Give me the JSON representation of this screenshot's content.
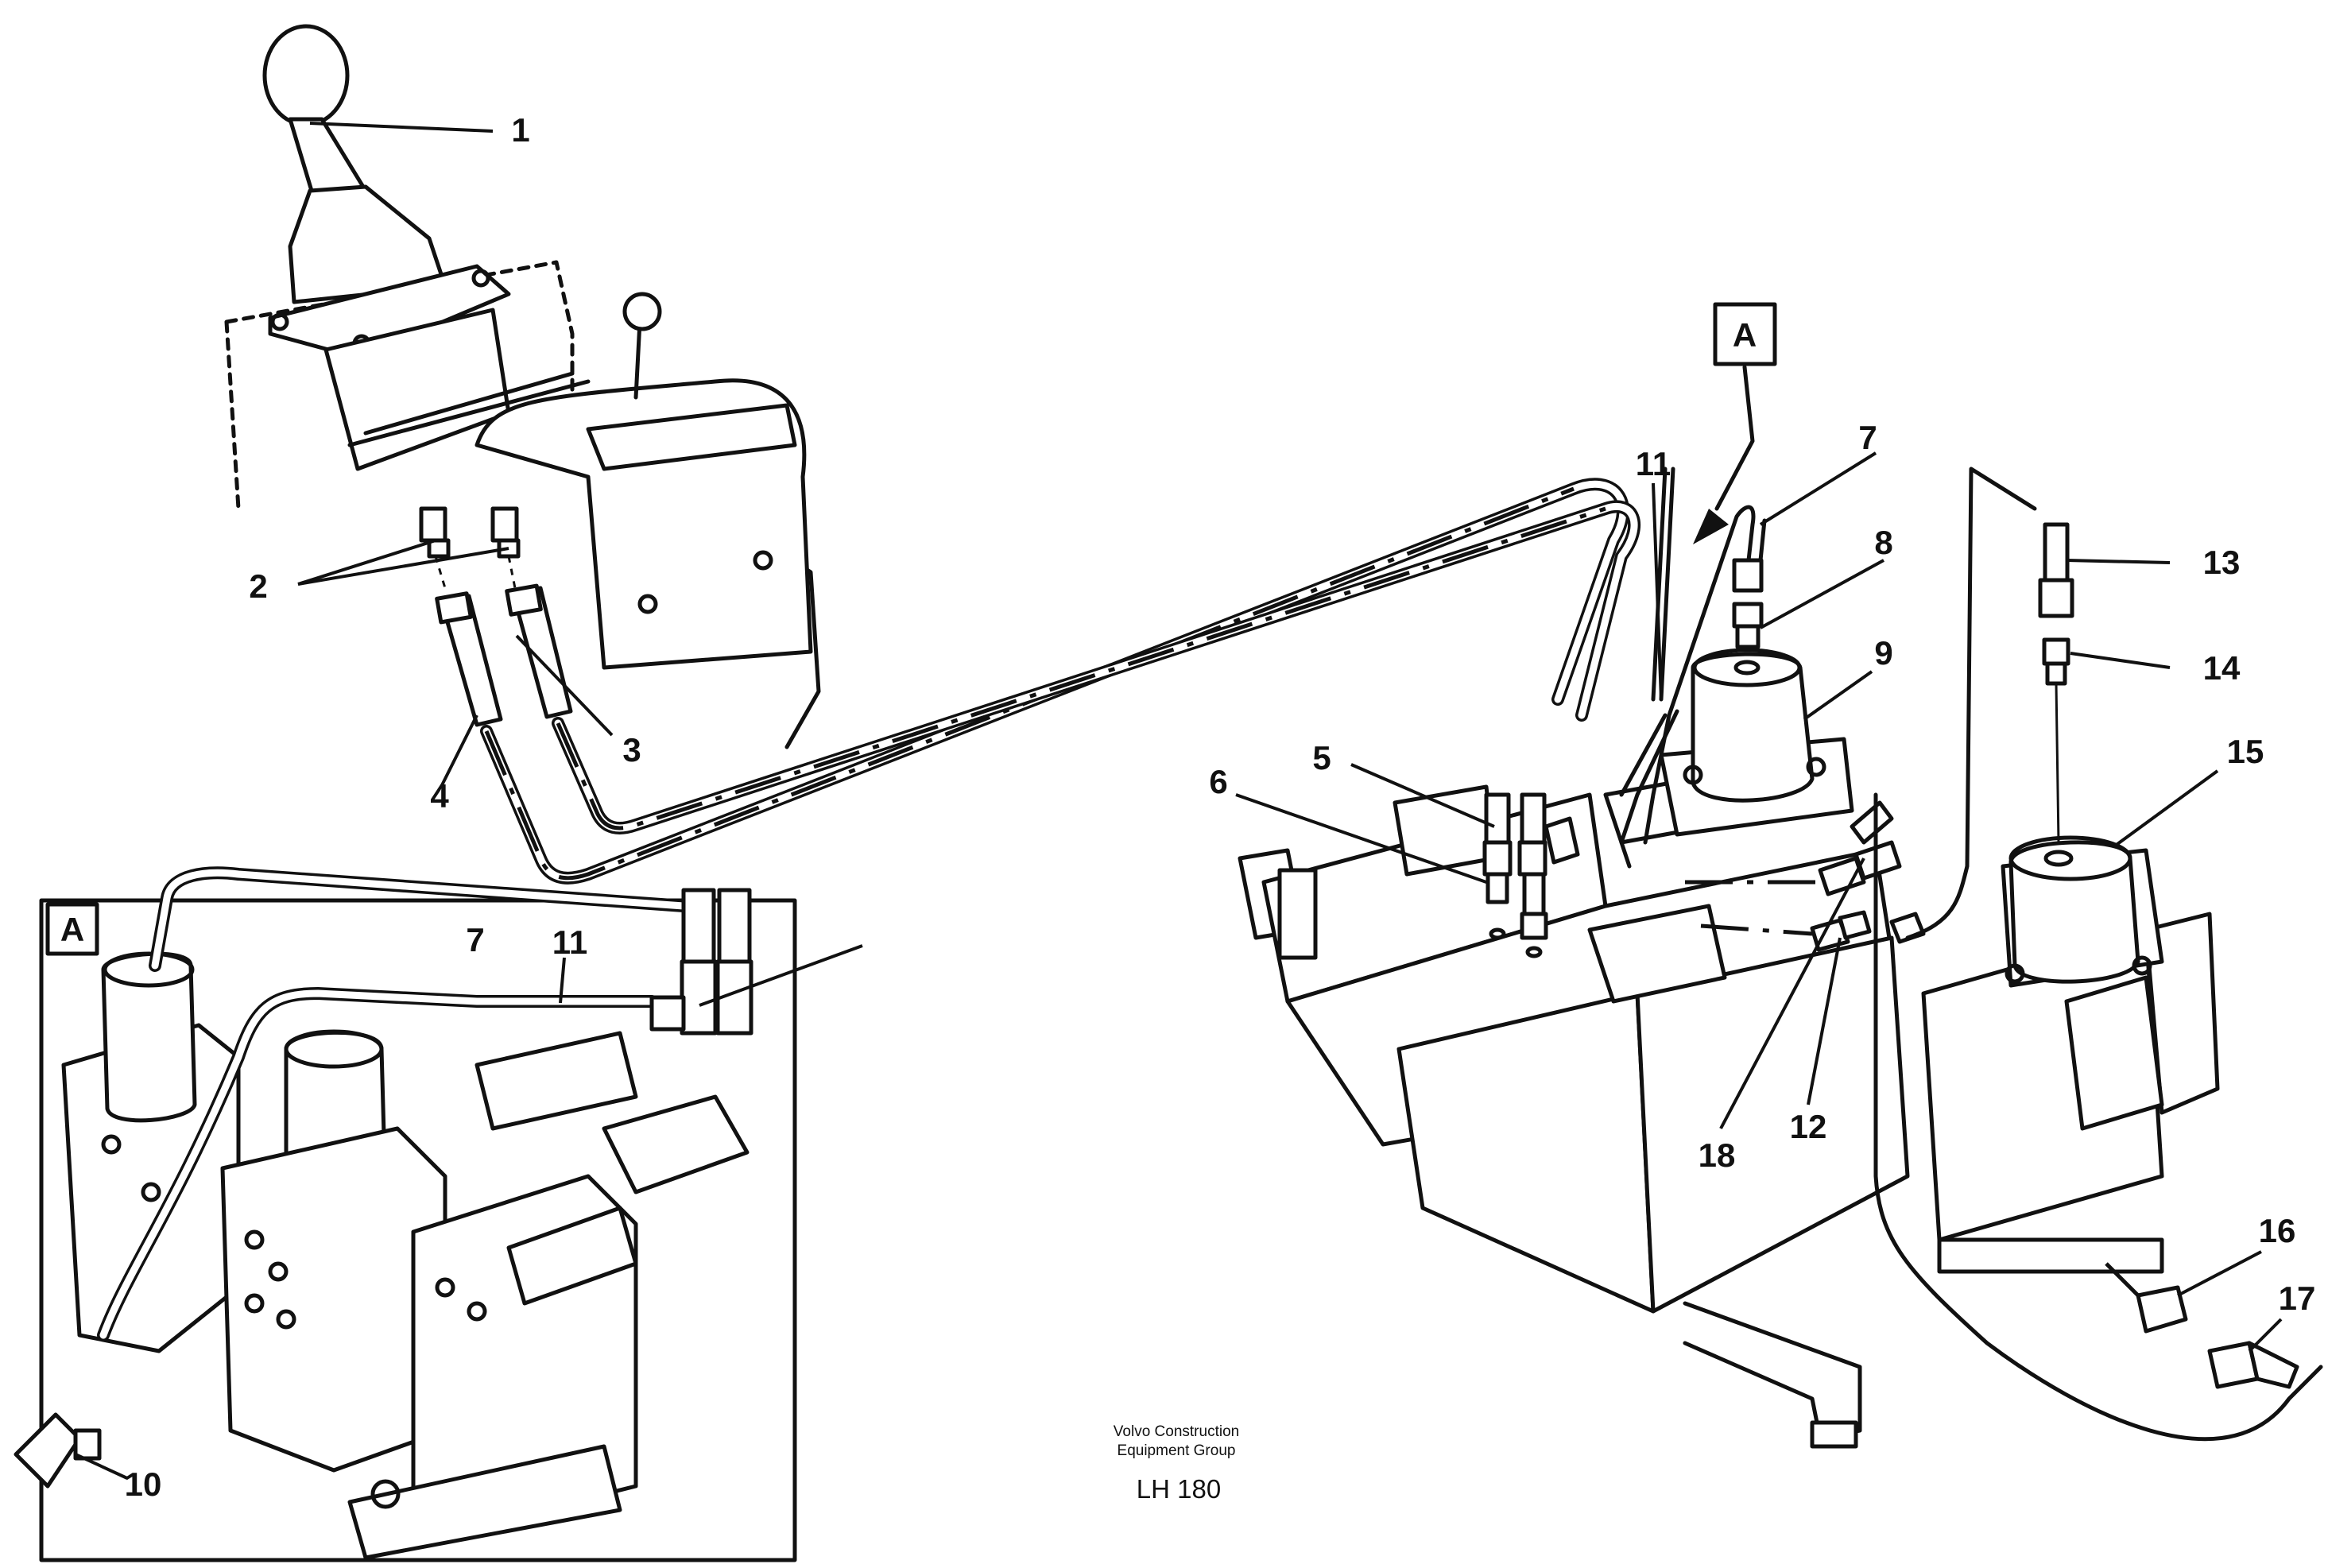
{
  "callouts": {
    "c1": "1",
    "c2": "2",
    "c3": "3",
    "c4": "4",
    "c5": "5",
    "c6": "6",
    "c7": "7",
    "c7b": "7",
    "c8": "8",
    "c9": "9",
    "c10": "10",
    "c11": "11",
    "c11b": "11",
    "c12": "12",
    "c13": "13",
    "c14": "14",
    "c15": "15",
    "c16": "16",
    "c17": "17",
    "c18": "18"
  },
  "view_marker": {
    "label": "A",
    "inset_label": "A"
  },
  "caption": {
    "line1": "Volvo Construction",
    "line2": "Equipment Group",
    "model": "LH 180"
  }
}
